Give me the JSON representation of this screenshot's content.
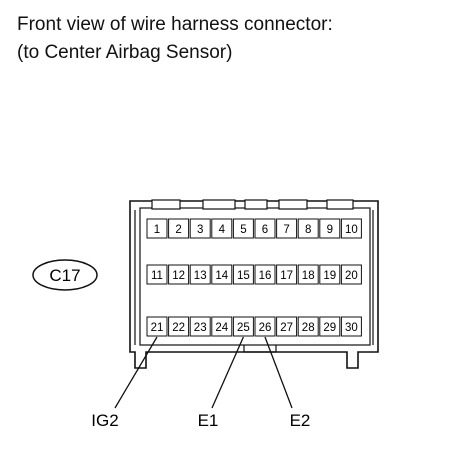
{
  "title": {
    "line1": "Front view of wire harness connector:",
    "line2": "(to Center Airbag Sensor)"
  },
  "connector": {
    "id": "C17",
    "rows": [
      [
        "1",
        "2",
        "3",
        "4",
        "5",
        "6",
        "7",
        "8",
        "9",
        "10"
      ],
      [
        "11",
        "12",
        "13",
        "14",
        "15",
        "16",
        "17",
        "18",
        "19",
        "20"
      ],
      [
        "21",
        "22",
        "23",
        "24",
        "25",
        "26",
        "27",
        "28",
        "29",
        "30"
      ]
    ]
  },
  "callouts": [
    {
      "label": "IG2",
      "pin": "21"
    },
    {
      "label": "E1",
      "pin": "25"
    },
    {
      "label": "E2",
      "pin": "26"
    }
  ]
}
